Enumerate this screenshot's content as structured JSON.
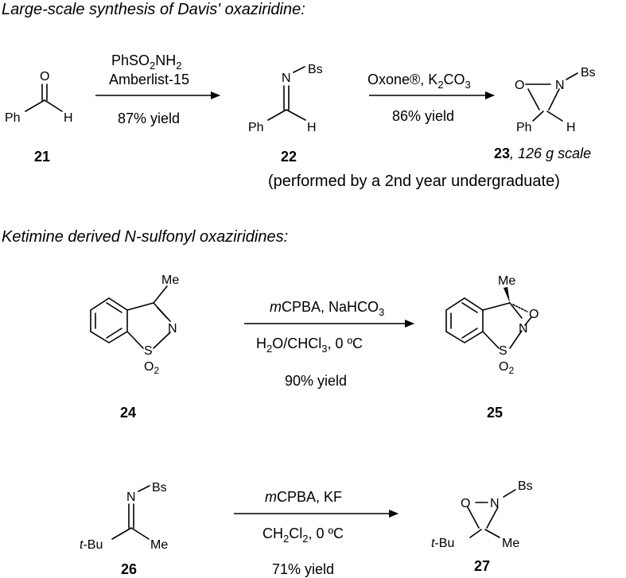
{
  "headers": {
    "section1": "Large-scale synthesis of Davis' oxaziridine:",
    "section2": "Ketimine derived N-sulfonyl oxaziridines:"
  },
  "atoms": {
    "O": "O",
    "Ph": "Ph",
    "H": "H",
    "N": "N",
    "Bs": "Bs",
    "Me": "Me",
    "S": "S",
    "O2_O": "O",
    "O2_sub": "2",
    "tBu_t": "t",
    "tBu_rest": "-Bu"
  },
  "reactions": {
    "r1": {
      "line1_a": "PhSO",
      "line1_sub1": "2",
      "line1_b": "NH",
      "line1_sub2": "2",
      "line2": "Amberlist-15",
      "yield": "87% yield"
    },
    "r2": {
      "line1_a": "Oxone®, K",
      "line1_sub1": "2",
      "line1_b": "CO",
      "line1_sub2": "3",
      "yield": "86% yield"
    },
    "r3": {
      "line1_italic": "m",
      "line1_rest": "CPBA, NaHCO",
      "line1_sub": "3",
      "line2_a": "H",
      "line2_sub1": "2",
      "line2_b": "O/CHCl",
      "line2_sub2": "3",
      "line2_c": ", 0 ºC",
      "yield": "90% yield"
    },
    "r4": {
      "line1_italic": "m",
      "line1_rest": "CPBA, KF",
      "line2_a": "CH",
      "line2_sub1": "2",
      "line2_b": "Cl",
      "line2_sub2": "2",
      "line2_c": ", 0 ºC",
      "yield": "71% yield"
    }
  },
  "compounds": {
    "c21": "21",
    "c22": "22",
    "c23": "23",
    "c23_scale": ", 126 g scale",
    "c24": "24",
    "c25": "25",
    "c26": "26",
    "c27": "27"
  },
  "note": "(performed by a 2nd year undergraduate)"
}
